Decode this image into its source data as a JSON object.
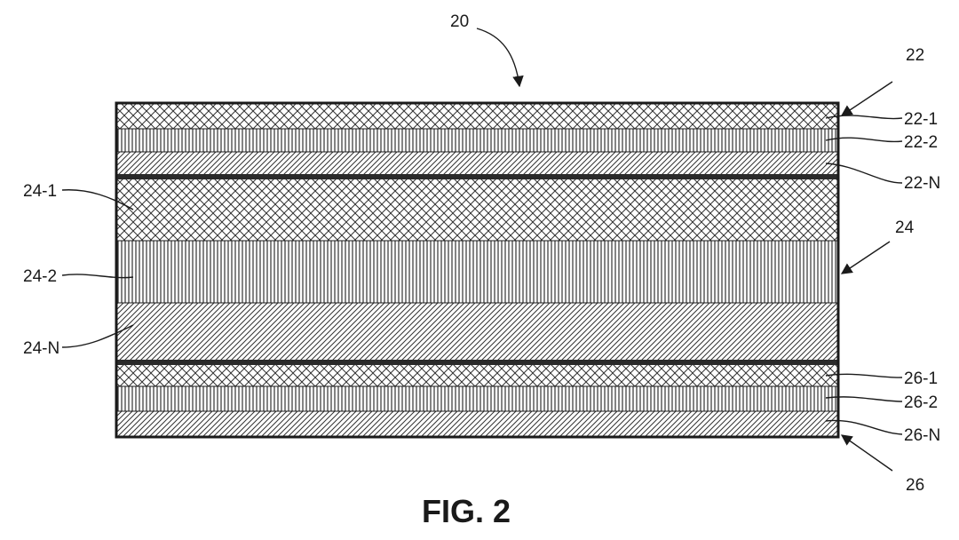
{
  "figure": {
    "caption": "FIG. 2",
    "assembly_label": "20",
    "stack_labels": {
      "top": "22",
      "middle": "24",
      "bottom": "26"
    },
    "layer_labels": {
      "l22_1": "22-1",
      "l22_2": "22-2",
      "l22_n": "22-N",
      "l24_1": "24-1",
      "l24_2": "24-2",
      "l24_n": "24-N",
      "l26_1": "26-1",
      "l26_2": "26-2",
      "l26_n": "26-N"
    },
    "colors": {
      "ink": "#1a1a1a",
      "background": "#ffffff"
    }
  }
}
